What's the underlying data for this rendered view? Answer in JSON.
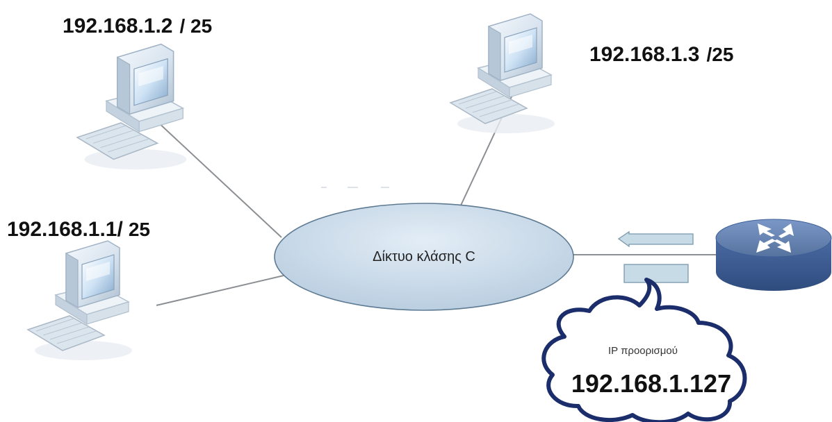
{
  "network": {
    "label": "Δίκτυο κλάσης C"
  },
  "hosts": [
    {
      "ip": "192.168.1.2",
      "prefix": "/ 25"
    },
    {
      "ip": "192.168.1.3",
      "prefix": "/25"
    },
    {
      "ip": "192.168.1.1/",
      "prefix": "25"
    }
  ],
  "router": {
    "icon": "router-icon"
  },
  "cloud": {
    "caption": "IP προορισμού",
    "ip": "192.168.1.127"
  },
  "colors": {
    "network_fill": "#c9dbea",
    "network_stroke": "#5d7a93",
    "router_top": "#5f7fb8",
    "router_side": "#3d5f99",
    "cloud_stroke": "#1b2d6b",
    "arrow_fill": "#c7dbe6",
    "link": "#8b8f93"
  }
}
